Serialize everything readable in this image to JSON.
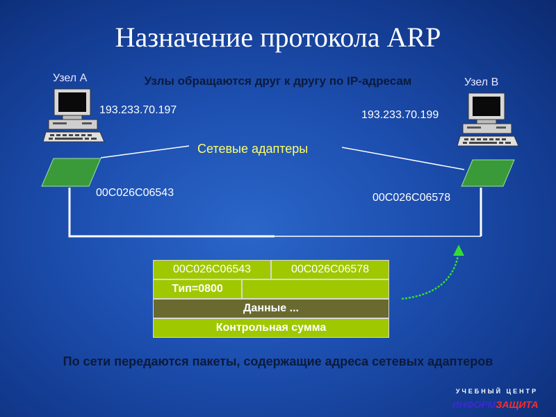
{
  "title": "Назначение протокола ARP",
  "subtitle": "Узлы обращаются друг к другу по IP-адресам",
  "node_a": {
    "label": "Узел А",
    "ip": "193.233.70.197",
    "mac": "00C026C06543"
  },
  "node_b": {
    "label": "Узел В",
    "ip": "193.233.70.199",
    "mac": "00C026C06578"
  },
  "adapters_label": "Сетевые адаптеры",
  "frame": {
    "src_mac": "00C026C06543",
    "dst_mac": "00C026C06578",
    "type": "Тип=0800",
    "data": "Данные ...",
    "checksum": "Контрольная сумма"
  },
  "bottom_text": "По сети передаются пакеты, содержащие адреса сетевых адаптеров",
  "brand": {
    "small": "УЧЕБНЫЙ ЦЕНТР",
    "part1": "ИНФОРМ",
    "part2": "ЗАЩИТА"
  },
  "colors": {
    "adapter": "#3a9a3a",
    "frame_light": "#a0c800",
    "frame_dark": "#6a6a30",
    "arrow": "#33dd33"
  }
}
